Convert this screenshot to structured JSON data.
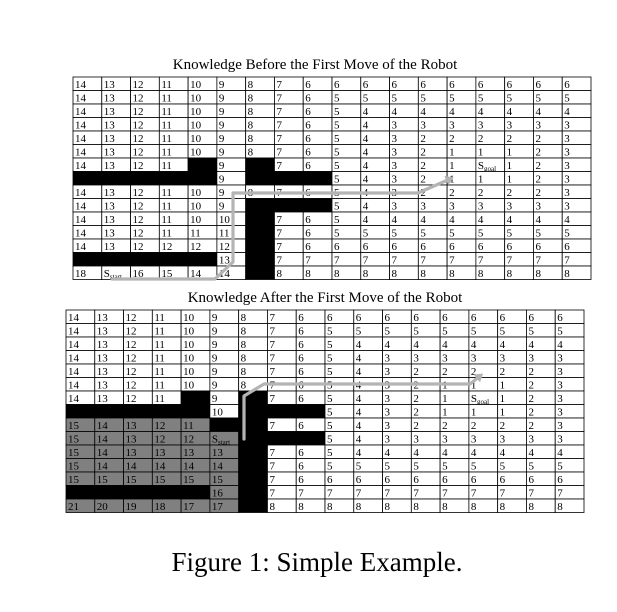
{
  "figure": {
    "caption": "Figure 1: Simple Example."
  },
  "panels": [
    {
      "title": "Knowledge Before the First Move of the Robot",
      "grid": [
        [
          14,
          13,
          12,
          11,
          10,
          9,
          8,
          7,
          6,
          6,
          6,
          6,
          6,
          6,
          6,
          6,
          6,
          6
        ],
        [
          14,
          13,
          12,
          11,
          10,
          9,
          8,
          7,
          6,
          5,
          5,
          5,
          5,
          5,
          5,
          5,
          5,
          5
        ],
        [
          14,
          13,
          12,
          11,
          10,
          9,
          8,
          7,
          6,
          5,
          4,
          4,
          4,
          4,
          4,
          4,
          4,
          4
        ],
        [
          14,
          13,
          12,
          11,
          10,
          9,
          8,
          7,
          6,
          5,
          4,
          3,
          3,
          3,
          3,
          3,
          3,
          3
        ],
        [
          14,
          13,
          12,
          11,
          10,
          9,
          8,
          7,
          6,
          5,
          4,
          3,
          2,
          2,
          2,
          2,
          2,
          3
        ],
        [
          14,
          13,
          12,
          11,
          10,
          9,
          8,
          7,
          6,
          5,
          4,
          3,
          2,
          1,
          1,
          1,
          2,
          3
        ],
        [
          14,
          13,
          12,
          11,
          null,
          9,
          null,
          7,
          6,
          5,
          4,
          3,
          2,
          1,
          "Sgoal",
          1,
          2,
          3
        ],
        [
          null,
          null,
          null,
          null,
          null,
          9,
          null,
          null,
          null,
          5,
          4,
          3,
          2,
          1,
          1,
          1,
          2,
          3
        ],
        [
          14,
          13,
          12,
          11,
          10,
          9,
          8,
          7,
          6,
          5,
          4,
          3,
          2,
          2,
          2,
          2,
          2,
          3
        ],
        [
          14,
          13,
          12,
          11,
          10,
          9,
          null,
          null,
          null,
          5,
          4,
          3,
          3,
          3,
          3,
          3,
          3,
          3
        ],
        [
          14,
          13,
          12,
          11,
          10,
          10,
          null,
          7,
          6,
          5,
          4,
          4,
          4,
          4,
          4,
          4,
          4,
          4
        ],
        [
          14,
          13,
          12,
          11,
          11,
          11,
          null,
          7,
          6,
          5,
          5,
          5,
          5,
          5,
          5,
          5,
          5,
          5
        ],
        [
          14,
          13,
          12,
          12,
          12,
          12,
          null,
          7,
          6,
          6,
          6,
          6,
          6,
          6,
          6,
          6,
          6,
          6
        ],
        [
          null,
          null,
          null,
          null,
          null,
          13,
          null,
          7,
          7,
          7,
          7,
          7,
          7,
          7,
          7,
          7,
          7,
          7
        ],
        [
          18,
          "Sstart",
          16,
          15,
          14,
          14,
          null,
          8,
          8,
          8,
          8,
          8,
          8,
          8,
          8,
          8,
          8,
          8
        ]
      ]
    },
    {
      "title": "Knowledge After the First Move of the Robot",
      "grid": [
        [
          14,
          13,
          12,
          11,
          10,
          9,
          8,
          7,
          6,
          6,
          6,
          6,
          6,
          6,
          6,
          6,
          6,
          6
        ],
        [
          14,
          13,
          12,
          11,
          10,
          9,
          8,
          7,
          6,
          5,
          5,
          5,
          5,
          5,
          5,
          5,
          5,
          5
        ],
        [
          14,
          13,
          12,
          11,
          10,
          9,
          8,
          7,
          6,
          5,
          4,
          4,
          4,
          4,
          4,
          4,
          4,
          4
        ],
        [
          14,
          13,
          12,
          11,
          10,
          9,
          8,
          7,
          6,
          5,
          4,
          3,
          3,
          3,
          3,
          3,
          3,
          3
        ],
        [
          14,
          13,
          12,
          11,
          10,
          9,
          8,
          7,
          6,
          5,
          4,
          3,
          2,
          2,
          2,
          2,
          2,
          3
        ],
        [
          14,
          13,
          12,
          11,
          10,
          9,
          8,
          7,
          6,
          5,
          4,
          3,
          2,
          1,
          1,
          1,
          2,
          3
        ],
        [
          14,
          13,
          12,
          11,
          null,
          9,
          null,
          7,
          6,
          5,
          4,
          3,
          2,
          1,
          "Sgoal",
          1,
          2,
          3
        ],
        [
          null,
          null,
          null,
          null,
          null,
          10,
          null,
          null,
          null,
          5,
          4,
          3,
          2,
          1,
          1,
          1,
          2,
          3
        ],
        [
          15,
          14,
          13,
          12,
          11,
          null,
          null,
          7,
          6,
          5,
          4,
          3,
          2,
          2,
          2,
          2,
          2,
          3
        ],
        [
          15,
          14,
          13,
          12,
          12,
          "Sstart",
          null,
          null,
          null,
          5,
          4,
          3,
          3,
          3,
          3,
          3,
          3,
          3
        ],
        [
          15,
          14,
          13,
          13,
          13,
          13,
          null,
          7,
          6,
          5,
          4,
          4,
          4,
          4,
          4,
          4,
          4,
          4
        ],
        [
          15,
          14,
          14,
          14,
          14,
          14,
          null,
          7,
          6,
          5,
          5,
          5,
          5,
          5,
          5,
          5,
          5,
          5
        ],
        [
          15,
          15,
          15,
          15,
          15,
          15,
          null,
          7,
          6,
          6,
          6,
          6,
          6,
          6,
          6,
          6,
          6,
          6
        ],
        [
          null,
          null,
          null,
          null,
          null,
          16,
          null,
          7,
          7,
          7,
          7,
          7,
          7,
          7,
          7,
          7,
          7,
          7
        ],
        [
          21,
          20,
          19,
          18,
          17,
          17,
          null,
          8,
          8,
          8,
          8,
          8,
          8,
          8,
          8,
          8,
          8,
          8
        ]
      ],
      "gray_cells": [
        [
          8,
          0
        ],
        [
          8,
          1
        ],
        [
          8,
          2
        ],
        [
          8,
          3
        ],
        [
          8,
          4
        ],
        [
          9,
          0
        ],
        [
          9,
          1
        ],
        [
          9,
          2
        ],
        [
          9,
          3
        ],
        [
          9,
          4
        ],
        [
          9,
          5
        ],
        [
          10,
          0
        ],
        [
          10,
          1
        ],
        [
          10,
          2
        ],
        [
          10,
          3
        ],
        [
          10,
          4
        ],
        [
          10,
          5
        ],
        [
          11,
          0
        ],
        [
          11,
          1
        ],
        [
          11,
          2
        ],
        [
          11,
          3
        ],
        [
          11,
          4
        ],
        [
          11,
          5
        ],
        [
          12,
          0
        ],
        [
          12,
          1
        ],
        [
          12,
          2
        ],
        [
          12,
          3
        ],
        [
          12,
          4
        ],
        [
          12,
          5
        ],
        [
          13,
          5
        ],
        [
          14,
          0
        ],
        [
          14,
          1
        ],
        [
          14,
          2
        ],
        [
          14,
          3
        ],
        [
          14,
          4
        ],
        [
          14,
          5
        ]
      ]
    }
  ]
}
